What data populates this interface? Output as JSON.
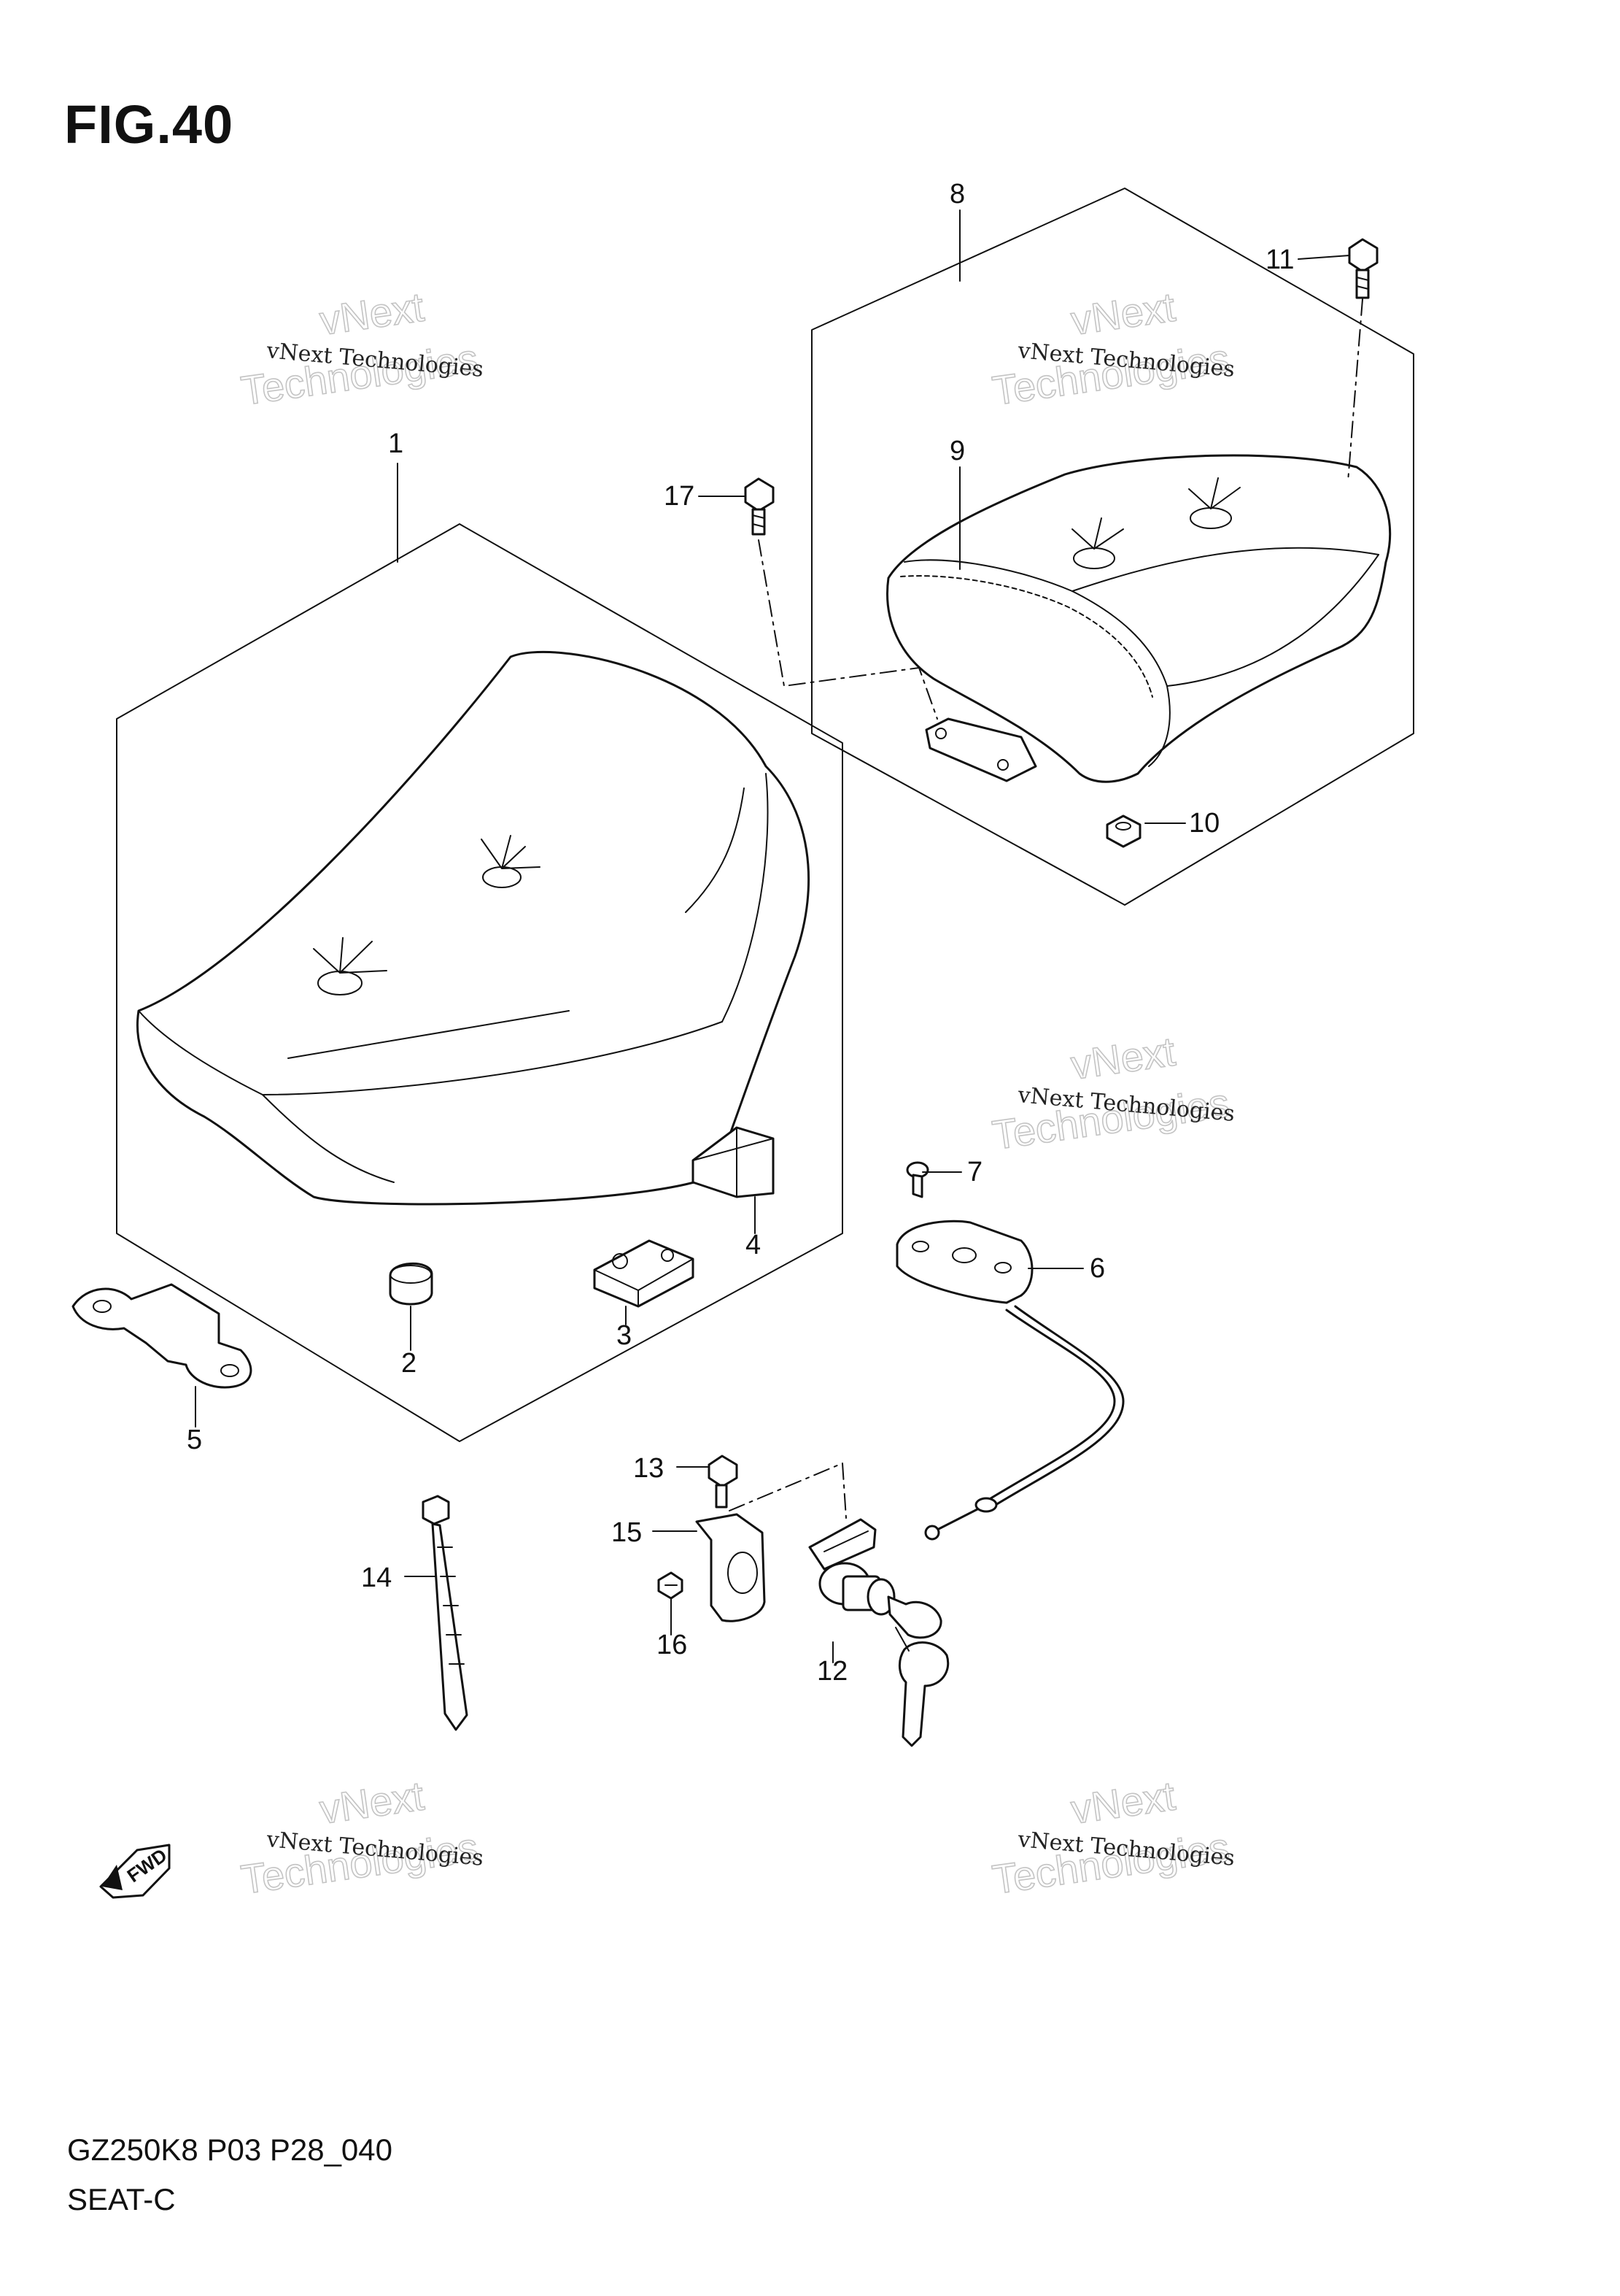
{
  "figure": {
    "title": "FIG.40"
  },
  "footer": {
    "code": "GZ250K8 P03 P28_040",
    "name": "SEAT-C"
  },
  "fwd_badge": {
    "text": "FWD"
  },
  "watermark": {
    "line1": "vNext Technologies",
    "line2a": "vNext",
    "line2b": "Technologies"
  },
  "callouts": [
    {
      "id": "1",
      "part": "main seat"
    },
    {
      "id": "2",
      "part": "cushion"
    },
    {
      "id": "3",
      "part": "cushion block"
    },
    {
      "id": "4",
      "part": "cushion"
    },
    {
      "id": "5",
      "part": "bracket"
    },
    {
      "id": "6",
      "part": "seat lock release"
    },
    {
      "id": "7",
      "part": "screw"
    },
    {
      "id": "8",
      "part": "pillion seat assembly"
    },
    {
      "id": "9",
      "part": "pillion seat"
    },
    {
      "id": "10",
      "part": "nut"
    },
    {
      "id": "11",
      "part": "bolt"
    },
    {
      "id": "12",
      "part": "seat lock"
    },
    {
      "id": "13",
      "part": "bolt"
    },
    {
      "id": "14",
      "part": "cable tie"
    },
    {
      "id": "15",
      "part": "lock bracket"
    },
    {
      "id": "16",
      "part": "screw"
    },
    {
      "id": "17",
      "part": "bolt"
    }
  ]
}
